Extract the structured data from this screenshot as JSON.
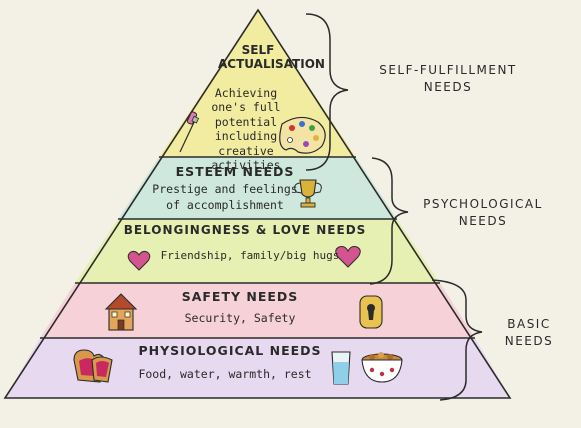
{
  "levels": [
    {
      "key": "self",
      "title": "SELF ACTUALISATION",
      "description": "Achieving one's full potential including creative activities",
      "color": "#f2eca0",
      "icons": [
        "paintbrush-icon",
        "palette-icon"
      ]
    },
    {
      "key": "esteem",
      "title": "ESTEEM NEEDS",
      "description": "Prestige and feelings of accomplishment",
      "color": "#cfe8dd",
      "icons": [
        "trophy-icon"
      ]
    },
    {
      "key": "love",
      "title": "BELONGINGNESS & LOVE NEEDS",
      "description": "Friendship, family/big hugs",
      "color": "#e7f0b3",
      "icons": [
        "heart-icon",
        "heart-icon"
      ]
    },
    {
      "key": "safety",
      "title": "SAFETY NEEDS",
      "description": "Security, Safety",
      "color": "#f6d1d8",
      "icons": [
        "house-icon",
        "keyhole-icon"
      ]
    },
    {
      "key": "physio",
      "title": "PHYSIOLOGICAL NEEDS",
      "description": "Food, water, warmth, rest",
      "color": "#e7d9f0",
      "icons": [
        "toast-icon",
        "water-glass-icon",
        "cereal-bowl-icon"
      ]
    }
  ],
  "groups": [
    {
      "label": "SELF-FULFILLMENT NEEDS"
    },
    {
      "label": "PSYCHOLOGICAL NEEDS"
    },
    {
      "label": "BASIC NEEDS"
    }
  ]
}
